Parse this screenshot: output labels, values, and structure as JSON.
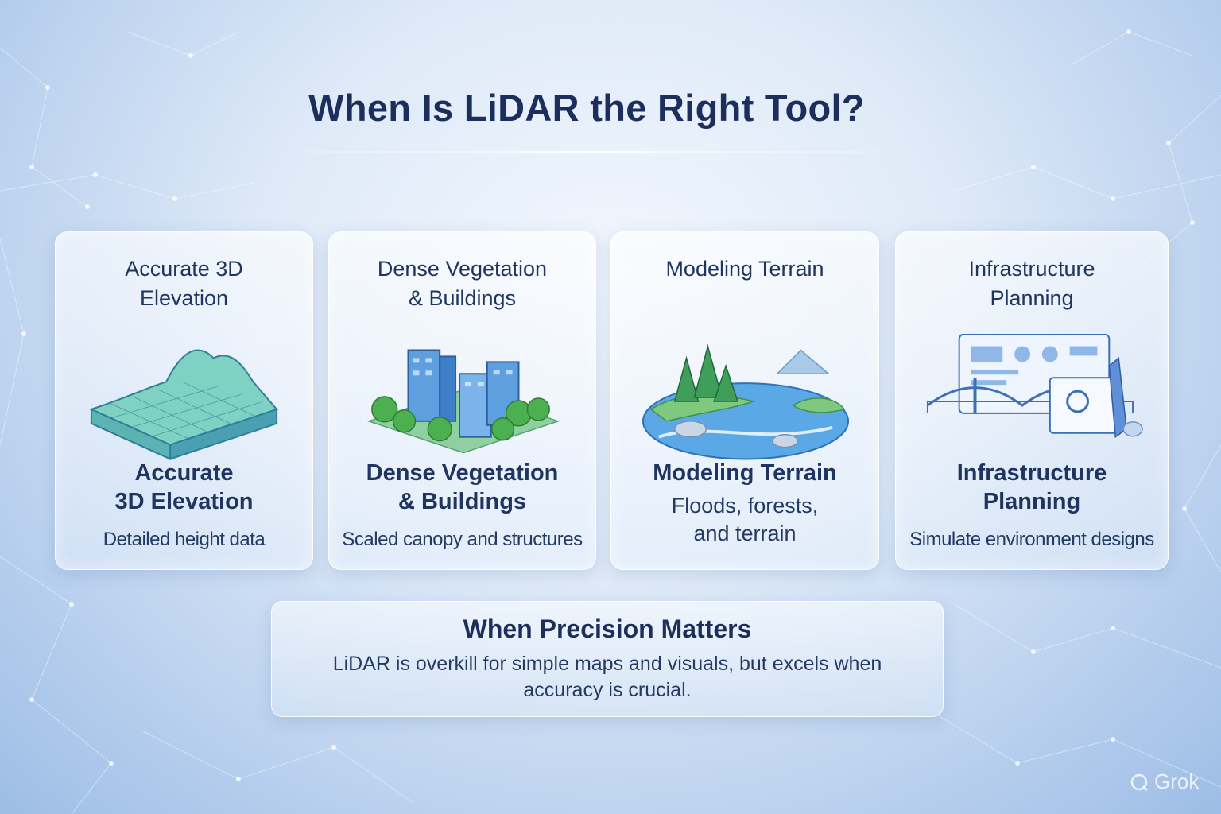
{
  "header": {
    "title": "When Is LiDAR the Right Tool?"
  },
  "cards": [
    {
      "heading": "Accurate 3D\nElevation",
      "subheading": "Accurate\n3D Elevation",
      "description": "Detailed height data",
      "icon": "3d-terrain-grid-icon"
    },
    {
      "heading": "Dense Vegetation\n& Buildings",
      "subheading": "Dense Vegetation\n& Buildings",
      "description": "Scaled canopy and structures",
      "icon": "city-trees-icon"
    },
    {
      "heading": "Modeling Terrain",
      "subheading": "Modeling Terrain",
      "description": "Floods, forests,\nand terrain",
      "icon": "river-forest-landscape-icon"
    },
    {
      "heading": "Infrastructure\nPlanning",
      "subheading": "Infrastructure\nPlanning",
      "description": "Simulate environment designs",
      "icon": "bridge-blueprint-icon"
    }
  ],
  "summary": {
    "title": "When Precision Matters",
    "body": "LiDAR is overkill for simple maps and visuals, but excels when accuracy is crucial."
  },
  "watermark": {
    "text": "Grok",
    "icon": "grok-logo-icon"
  },
  "colors": {
    "heading": "#1c2f5c",
    "accent": "#3b7fd4",
    "card_border": "#ffffff"
  }
}
